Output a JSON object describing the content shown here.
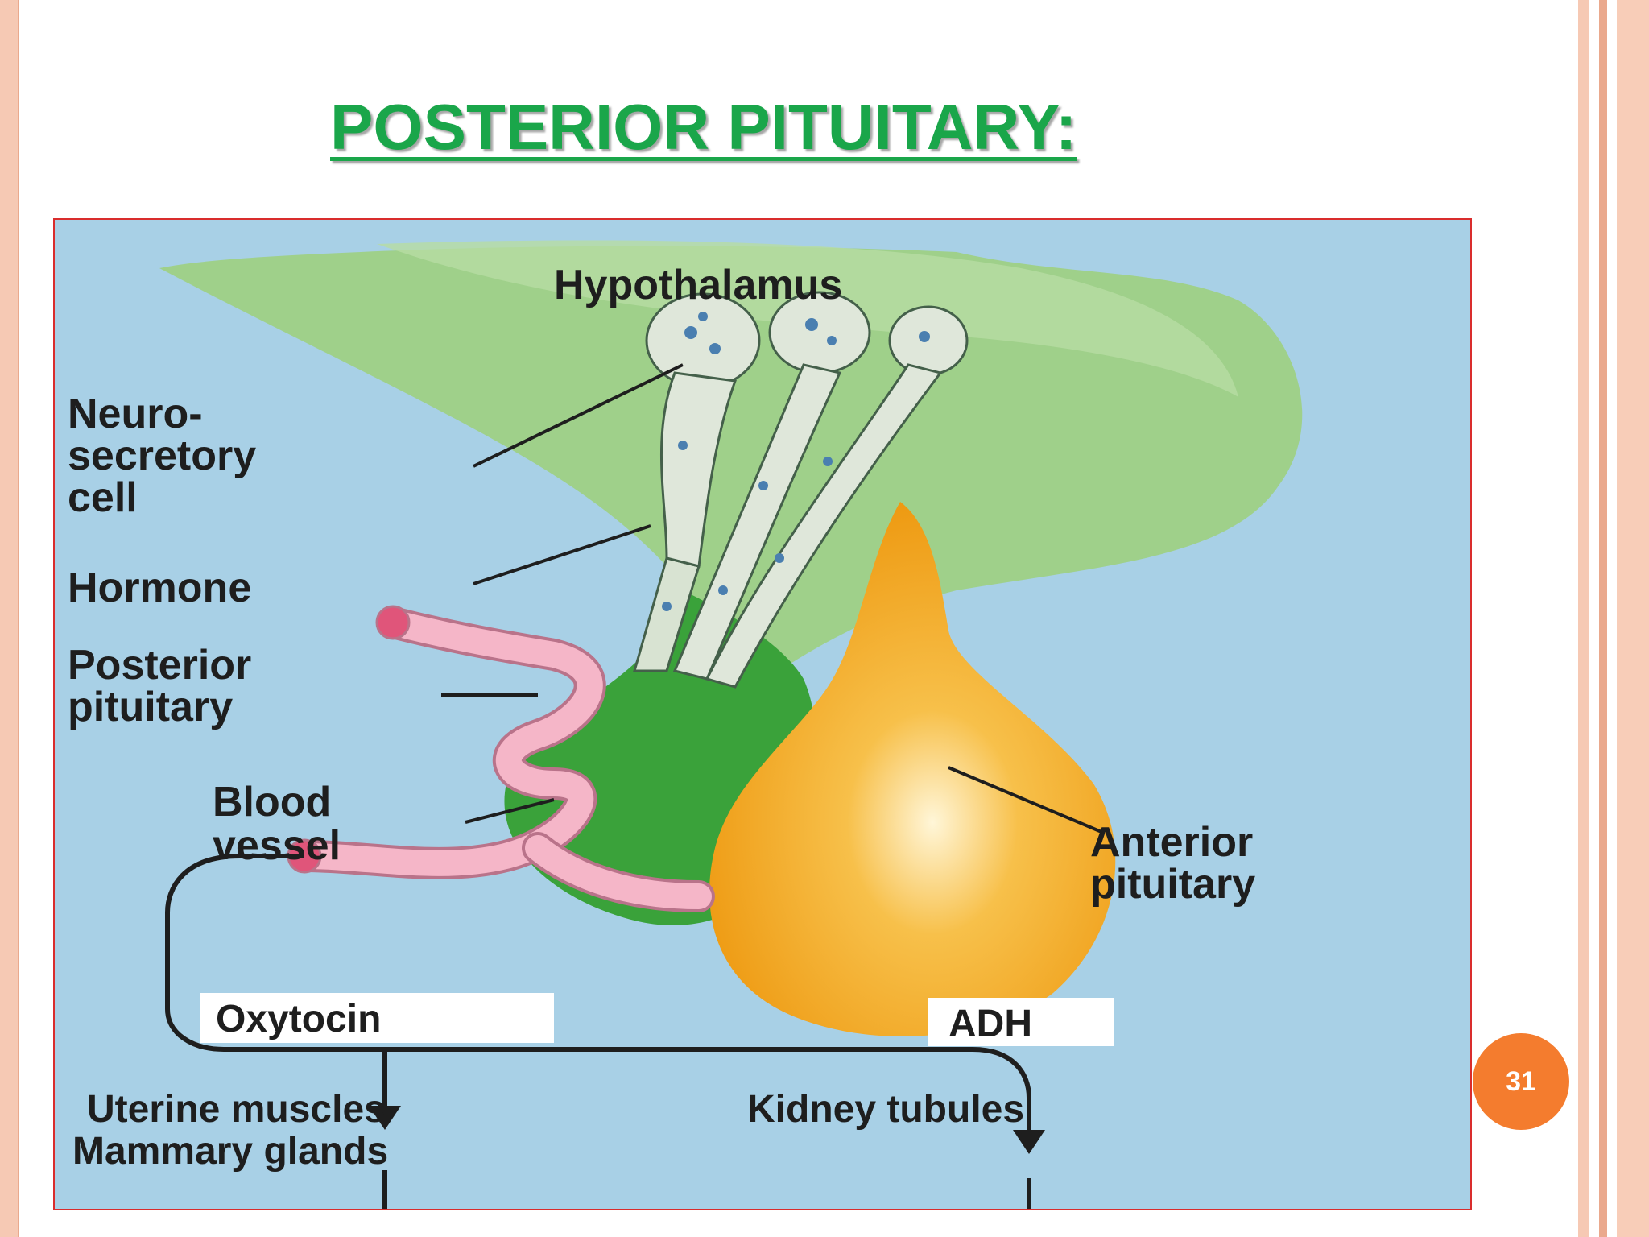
{
  "slide": {
    "title": "POSTERIOR PITUITARY:",
    "page_number": "31"
  },
  "diagram": {
    "labels": {
      "hypothalamus": "Hypothalamus",
      "neurosecretory_line1": "Neuro-",
      "neurosecretory_line2": "secretory",
      "neurosecretory_line3": "cell",
      "hormone": "Hormone",
      "posterior_line1": "Posterior",
      "posterior_line2": "pituitary",
      "blood_line1": "Blood",
      "blood_line2": "vessel",
      "anterior_line1": "Anterior",
      "anterior_line2": "pituitary",
      "oxytocin": "Oxytocin",
      "adh": "ADH",
      "uterine": "Uterine muscles",
      "mammary": "Mammary glands",
      "kidney": "Kidney tubules"
    },
    "colors": {
      "background": "#a8d0e6",
      "hypothalamus": "#9fd08a",
      "posterior_pituitary": "#3aa23a",
      "anterior_pituitary": "#f3a21c",
      "blood_vessel": "#f5b6c8"
    }
  }
}
